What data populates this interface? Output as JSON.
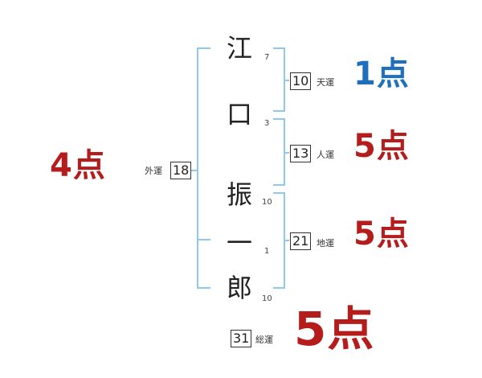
{
  "name_chars": [
    {
      "char": "江",
      "strokes": "7"
    },
    {
      "char": "口",
      "strokes": "3"
    },
    {
      "char": "振",
      "strokes": "10"
    },
    {
      "char": "一",
      "strokes": "1"
    },
    {
      "char": "郎",
      "strokes": "10"
    }
  ],
  "fortunes": {
    "tenkaku": {
      "value": "10",
      "label": "天運",
      "score": "1点"
    },
    "jinkaku": {
      "value": "13",
      "label": "人運",
      "score": "5点"
    },
    "chikaku": {
      "value": "21",
      "label": "地運",
      "score": "5点"
    },
    "gaikaku": {
      "value": "18",
      "label": "外運",
      "score": "4点"
    },
    "soukaku": {
      "value": "31",
      "label": "総運",
      "score": "5点"
    }
  },
  "colors": {
    "bracket": "#8ec8ef",
    "score_blue": "#1f6fbf",
    "score_red": "#b51d1d"
  }
}
